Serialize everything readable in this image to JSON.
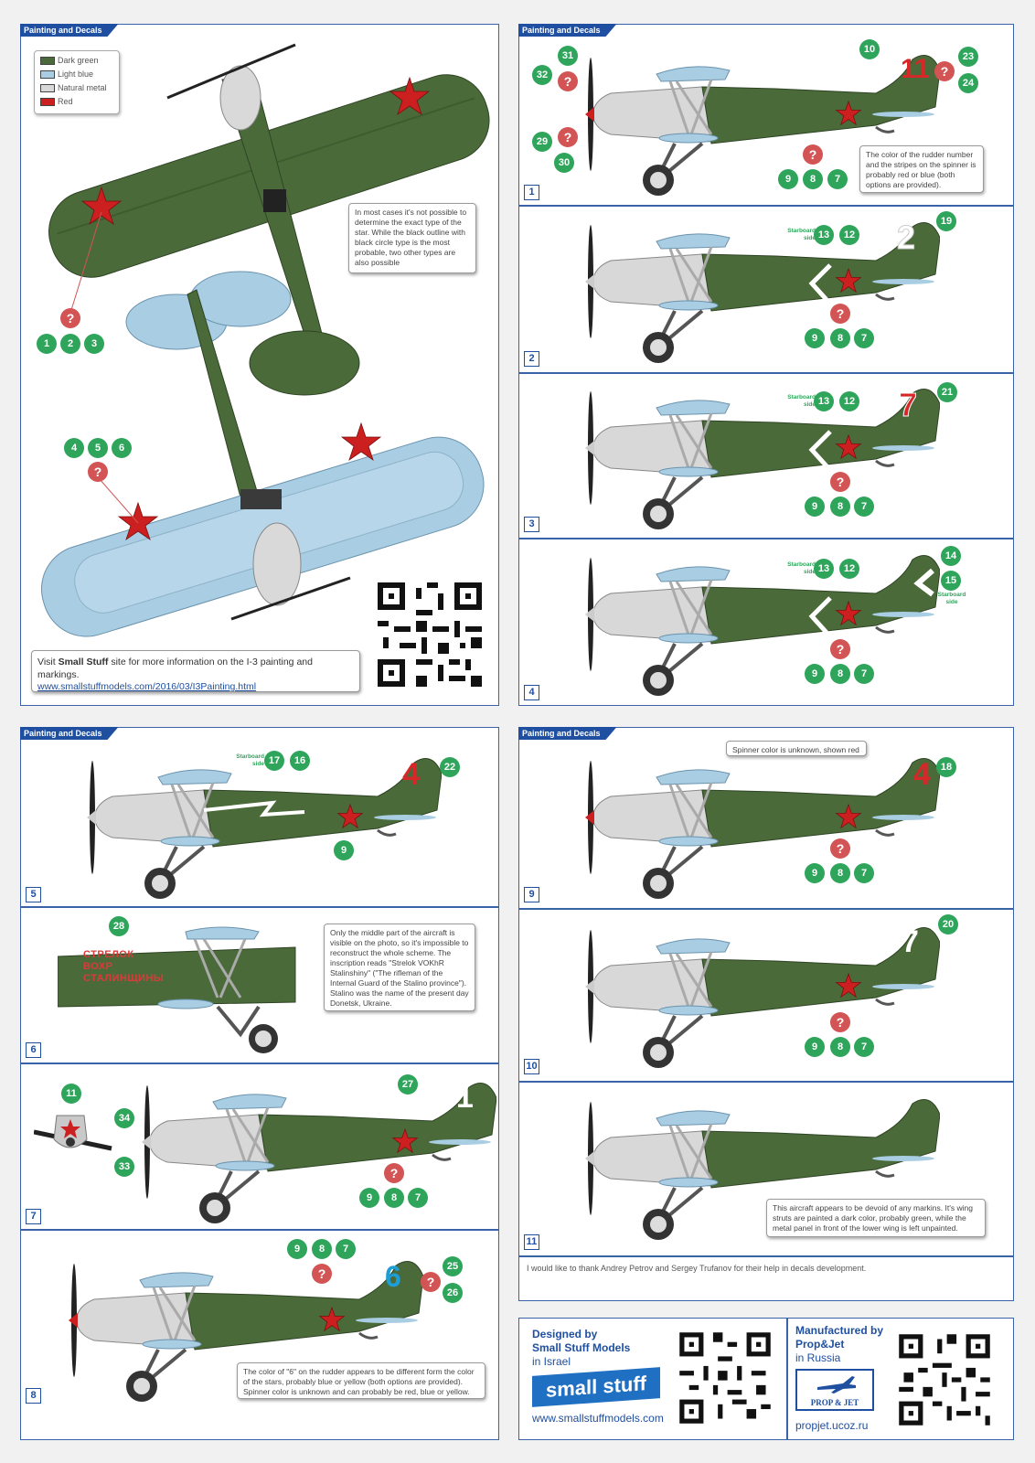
{
  "section_title": "Painting and Decals",
  "legend": [
    {
      "label": "Dark green",
      "color": "#4b6a3a"
    },
    {
      "label": "Light blue",
      "color": "#a9cde3"
    },
    {
      "label": "Natural metal",
      "color": "#d8d8d8"
    },
    {
      "label": "Red",
      "color": "#cc1f1f"
    }
  ],
  "top_view": {
    "star_note": "In most cases it's not possible to determine the exact type of the star. While the black outline with black circle type is the most probable, two other types are also possible",
    "upper_callout": [
      "1",
      "2",
      "3"
    ],
    "lower_callout": [
      "4",
      "5",
      "6"
    ],
    "visit_text_pre": "Visit ",
    "visit_brand": "Small Stuff",
    "visit_text_post": " site for more information on the I-3 painting and markings.",
    "visit_url": "www.smallstuffmodels.com/2016/03/I3Painting.html"
  },
  "profiles": [
    {
      "num": "1",
      "tail_label": "11",
      "labels": [
        "31",
        "32",
        "29",
        "30",
        "10",
        "23",
        "24",
        "9",
        "8",
        "7"
      ],
      "note": "The color of the rudder number and the stripes on the spinner is probably red or blue (both options are provided)."
    },
    {
      "num": "2",
      "tail_label": "2",
      "labels": [
        "13",
        "12",
        "19",
        "9",
        "8",
        "7"
      ],
      "side": "Starboard side"
    },
    {
      "num": "3",
      "tail_label": "7",
      "labels": [
        "13",
        "12",
        "21",
        "9",
        "8",
        "7"
      ],
      "side": "Starboard side"
    },
    {
      "num": "4",
      "tail_label": "",
      "labels": [
        "13",
        "12",
        "14",
        "15",
        "9",
        "8",
        "7"
      ],
      "side": "Starboard side",
      "side2": "Starboard side"
    },
    {
      "num": "5",
      "tail_label": "4",
      "labels": [
        "17",
        "16",
        "22",
        "9"
      ],
      "side": "Starboard side"
    },
    {
      "num": "6",
      "tail_label": "",
      "labels": [
        "28"
      ],
      "inscription": "СТРЕЛОК ВОХР СТАЛИНЩИНЫ",
      "note": "Only the middle part of the aircraft is visible on the photo, so it's impossible  to reconstruct the whole scheme. The inscription reads \"Strelok VOKhR Stalinshiny\" (\"The rifleman of the Internal Guard of the Stalino province\"). Stalino was the name of the present day Donetsk, Ukraine."
    },
    {
      "num": "7",
      "tail_label": "1",
      "labels": [
        "11",
        "34",
        "33",
        "27",
        "9",
        "8",
        "7"
      ]
    },
    {
      "num": "8",
      "tail_label": "6",
      "labels": [
        "9",
        "8",
        "7",
        "25",
        "26"
      ],
      "note": "The color of \"6\" on the rudder appears to be different form the color of the stars, probably blue or yellow (both options are provided). Spinner color is unknown and can probably be red, blue or yellow."
    },
    {
      "num": "9",
      "tail_label": "4",
      "labels": [
        "18",
        "9",
        "8",
        "7"
      ],
      "note": "Spinner color is unknown, shown red"
    },
    {
      "num": "10",
      "tail_label": "7",
      "labels": [
        "20",
        "9",
        "8",
        "7"
      ]
    },
    {
      "num": "11",
      "tail_label": "",
      "labels": [],
      "note": "This aircraft appears to be devoid of any markins. It's wing struts are painted a dark color, probably green, while the metal panel in front of the lower wing is left unpainted."
    }
  ],
  "thanks": "I would like to thank Andrey Petrov and Sergey Trufanov for their help in decals development.",
  "footer": {
    "designed_by": "Designed by",
    "designer": "Small Stuff Models",
    "designer_loc": "in Israel",
    "logo": "small stuff",
    "designer_url": "www.smallstuffmodels.com",
    "manufactured_by": "Manufactured by",
    "maker": "Prop&Jet",
    "maker_loc": "in Russia",
    "maker_logo": "PROP & JET",
    "maker_url": "propjet.ucoz.ru"
  }
}
